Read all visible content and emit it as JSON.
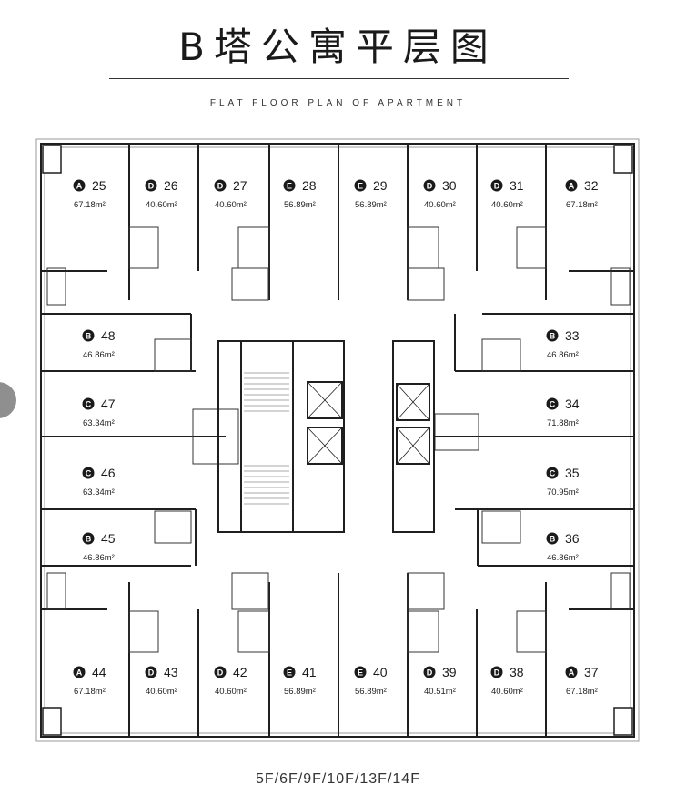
{
  "title": "B塔公寓平层图",
  "subtitle": "FLAT FLOOR PLAN OF APARTMENT",
  "floors": "5F/6F/9F/10F/13F/14F",
  "colors": {
    "wall": "#1f1f1f",
    "line": "#333333",
    "badge": "#1a1a1a",
    "window": "#9a9a9a"
  },
  "units": [
    {
      "type": "A",
      "number": "25",
      "area": "67.18m²"
    },
    {
      "type": "D",
      "number": "26",
      "area": "40.60m²"
    },
    {
      "type": "D",
      "number": "27",
      "area": "40.60m²"
    },
    {
      "type": "E",
      "number": "28",
      "area": "56.89m²"
    },
    {
      "type": "E",
      "number": "29",
      "area": "56.89m²"
    },
    {
      "type": "D",
      "number": "30",
      "area": "40.60m²"
    },
    {
      "type": "D",
      "number": "31",
      "area": "40.60m²"
    },
    {
      "type": "A",
      "number": "32",
      "area": "67.18m²"
    },
    {
      "type": "B",
      "number": "48",
      "area": "46.86m²"
    },
    {
      "type": "C",
      "number": "47",
      "area": "63.34m²"
    },
    {
      "type": "C",
      "number": "46",
      "area": "63.34m²"
    },
    {
      "type": "B",
      "number": "45",
      "area": "46.86m²"
    },
    {
      "type": "B",
      "number": "33",
      "area": "46.86m²"
    },
    {
      "type": "C",
      "number": "34",
      "area": "71.88m²"
    },
    {
      "type": "C",
      "number": "35",
      "area": "70.95m²"
    },
    {
      "type": "B",
      "number": "36",
      "area": "46.86m²"
    },
    {
      "type": "A",
      "number": "44",
      "area": "67.18m²"
    },
    {
      "type": "D",
      "number": "43",
      "area": "40.60m²"
    },
    {
      "type": "D",
      "number": "42",
      "area": "40.60m²"
    },
    {
      "type": "E",
      "number": "41",
      "area": "56.89m²"
    },
    {
      "type": "E",
      "number": "40",
      "area": "56.89m²"
    },
    {
      "type": "D",
      "number": "39",
      "area": "40.51m²"
    },
    {
      "type": "D",
      "number": "38",
      "area": "40.60m²"
    },
    {
      "type": "A",
      "number": "37",
      "area": "67.18m²"
    }
  ]
}
